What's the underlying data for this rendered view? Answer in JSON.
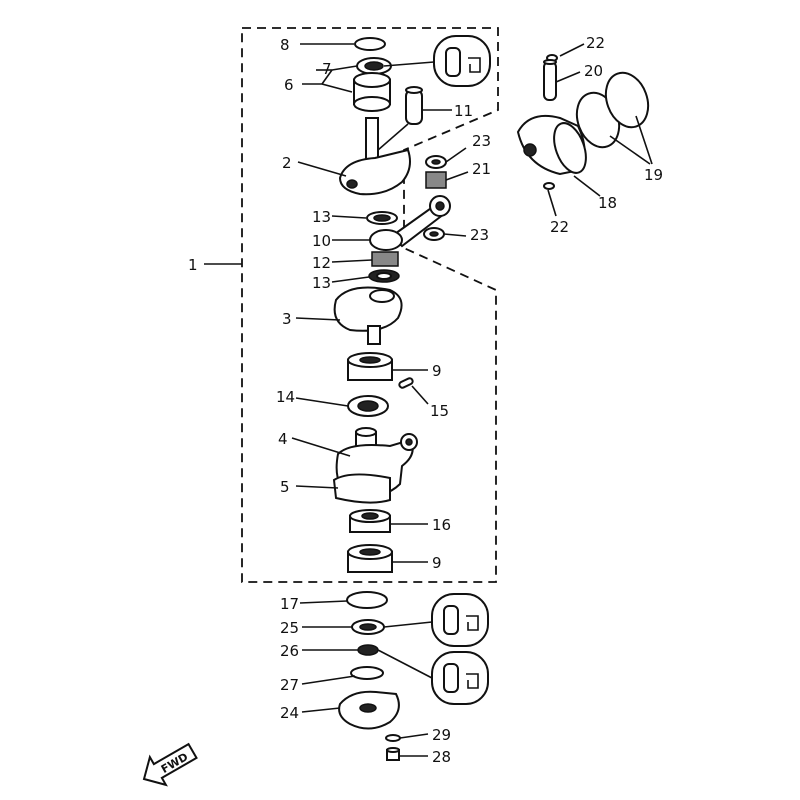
{
  "callouts": {
    "c1": "1",
    "c2": "2",
    "c3": "3",
    "c4": "4",
    "c5": "5",
    "c6": "6",
    "c7": "7",
    "c8": "8",
    "c9a": "9",
    "c9b": "9",
    "c10": "10",
    "c11": "11",
    "c12": "12",
    "c13a": "13",
    "c13b": "13",
    "c14": "14",
    "c15": "15",
    "c16": "16",
    "c17": "17",
    "c18": "18",
    "c19": "19",
    "c20": "20",
    "c21": "21",
    "c22a": "22",
    "c22b": "22",
    "c23a": "23",
    "c23b": "23",
    "c24": "24",
    "c25": "25",
    "c26": "26",
    "c27": "27",
    "c28": "28",
    "c29": "29"
  },
  "fwd_arrow": {
    "label": "FWD"
  },
  "icons": [
    "grease-apply-icon",
    "fwd-arrow-icon"
  ]
}
